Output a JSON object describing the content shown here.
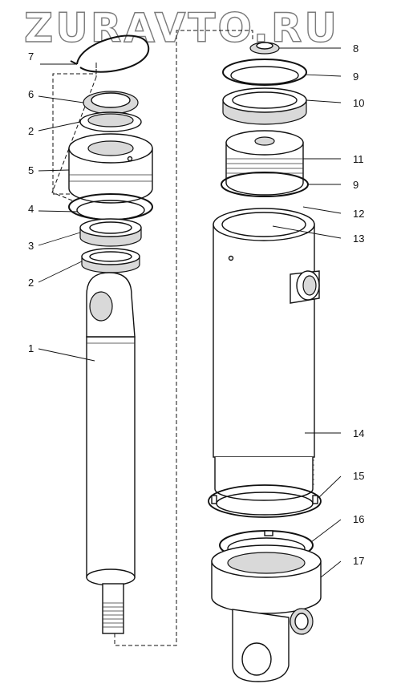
{
  "watermark": "ZURAVTO.RU",
  "callouts": [
    {
      "id": "c7",
      "number": "7"
    },
    {
      "id": "c6",
      "number": "6"
    },
    {
      "id": "c2a",
      "number": "2"
    },
    {
      "id": "c5",
      "number": "5"
    },
    {
      "id": "c4",
      "number": "4"
    },
    {
      "id": "c3",
      "number": "3"
    },
    {
      "id": "c2b",
      "number": "2"
    },
    {
      "id": "c1",
      "number": "1"
    },
    {
      "id": "c8",
      "number": "8"
    },
    {
      "id": "c9a",
      "number": "9"
    },
    {
      "id": "c10",
      "number": "10"
    },
    {
      "id": "c11",
      "number": "11"
    },
    {
      "id": "c9b",
      "number": "9"
    },
    {
      "id": "c12",
      "number": "12"
    },
    {
      "id": "c13",
      "number": "13"
    },
    {
      "id": "c14",
      "number": "14"
    },
    {
      "id": "c15",
      "number": "15"
    },
    {
      "id": "c16",
      "number": "16"
    },
    {
      "id": "c17",
      "number": "17"
    }
  ]
}
